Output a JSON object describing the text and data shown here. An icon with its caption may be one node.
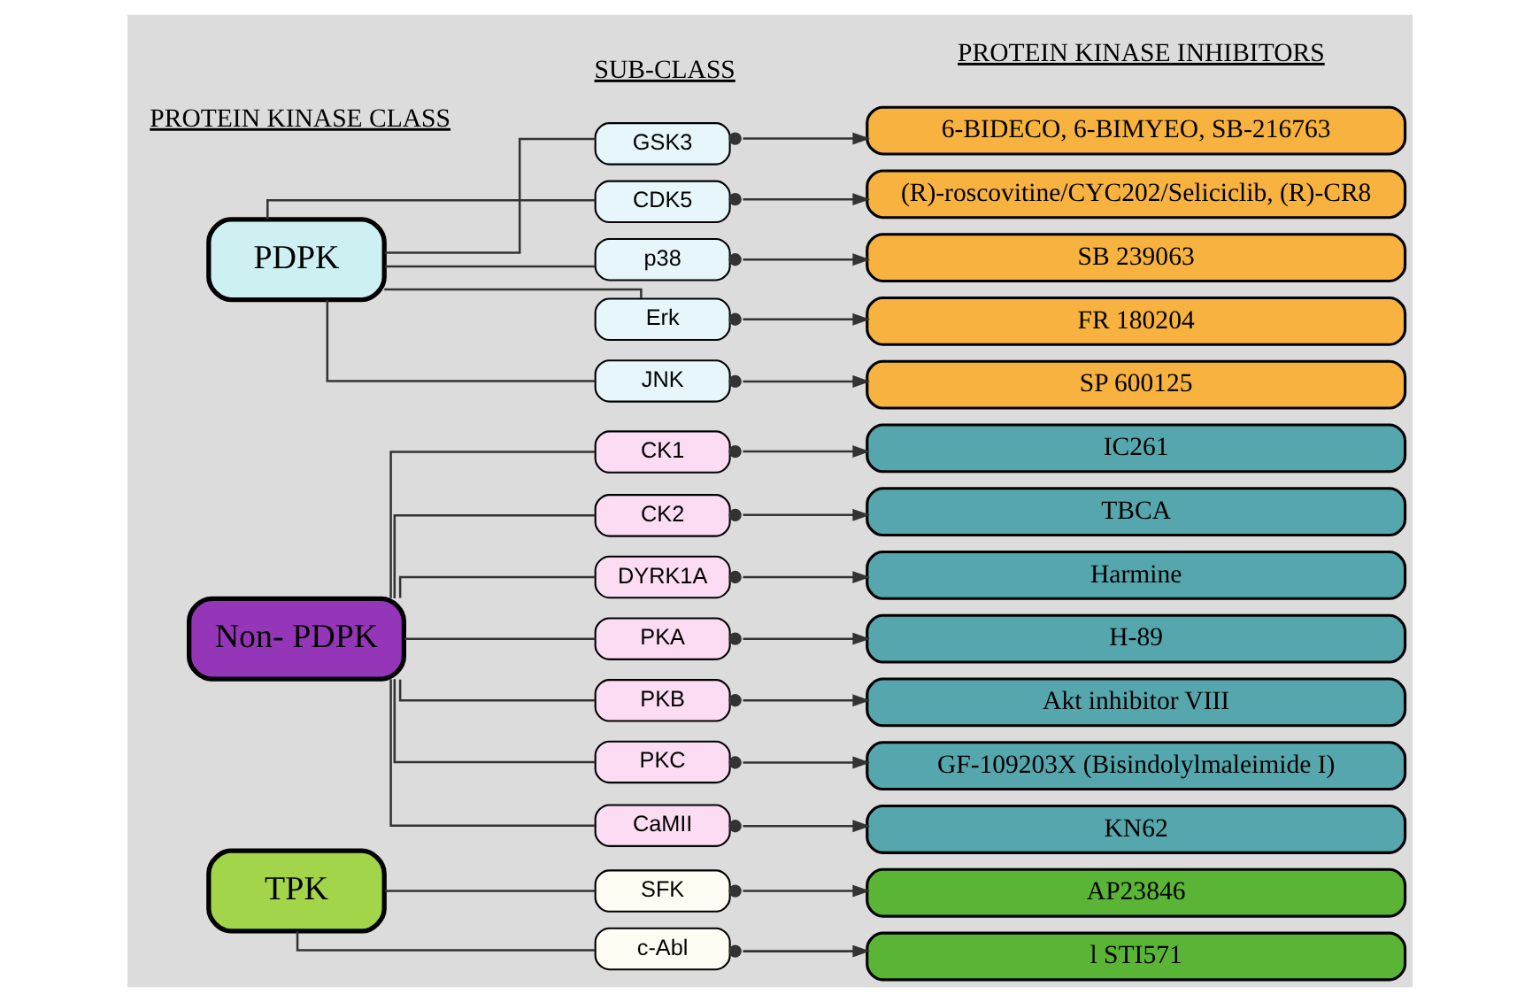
{
  "diagram": {
    "nodes": [
      {
        "text": [
          "PDPK"
        ]
      },
      {
        "text": [
          "GSK3"
        ]
      },
      {
        "text": [
          "6-BIDECO, 6-BIMYEO, SB-216763"
        ]
      },
      {
        "text": [
          "CDK5"
        ]
      },
      {
        "text": [
          "(R)-roscovitine/CYC202/Seliciclib, (R)-CR8"
        ]
      },
      {
        "text": [
          "p38"
        ]
      },
      {
        "text": [
          "SB 239063"
        ]
      },
      {
        "text": [
          "Erk"
        ]
      },
      {
        "text": [
          "FR 180204"
        ]
      },
      {
        "text": [
          "JNK"
        ]
      },
      {
        "text": [
          "SP 600125"
        ]
      },
      {
        "text": [
          "Non- PDPK"
        ]
      },
      {
        "text": [
          "CK1"
        ]
      },
      {
        "text": [
          "IC261"
        ]
      },
      {
        "text": [
          "CK2"
        ]
      },
      {
        "text": [
          "TBCA"
        ]
      },
      {
        "text": [
          "DYRK1A"
        ]
      },
      {
        "text": [
          "Harmine"
        ]
      },
      {
        "text": [
          "PKA"
        ]
      },
      {
        "text": [
          "H-89"
        ]
      },
      {
        "text": [
          "PKB"
        ]
      },
      {
        "text": [
          "Akt inhibitor VIII"
        ]
      },
      {
        "text": [
          "PKC"
        ]
      },
      {
        "text": [
          "GF-109203X (Bisindolylmaleimide I)"
        ]
      },
      {
        "text": [
          "CaMII"
        ]
      },
      {
        "text": [
          "KN62"
        ]
      },
      {
        "text": [
          "TPK"
        ]
      },
      {
        "text": [
          "SFK"
        ]
      },
      {
        "text": [
          "AP23846"
        ]
      },
      {
        "text": [
          "c-Abl"
        ]
      },
      {
        "text": [
          "l STI571"
        ]
      }
    ],
    "edges": [
      {
        "from": 0,
        "to": 1,
        "arrow": "none"
      },
      {
        "from": 0,
        "to": 3,
        "arrow": "none"
      },
      {
        "from": 0,
        "to": 5,
        "arrow": "none"
      },
      {
        "from": 0,
        "to": 7,
        "arrow": "none"
      },
      {
        "from": 0,
        "to": 9,
        "arrow": "none"
      },
      {
        "from": 11,
        "to": 12,
        "arrow": "none"
      },
      {
        "from": 11,
        "to": 14,
        "arrow": "none"
      },
      {
        "from": 11,
        "to": 16,
        "arrow": "none"
      },
      {
        "from": 11,
        "to": 18,
        "arrow": "none"
      },
      {
        "from": 11,
        "to": 20,
        "arrow": "none"
      },
      {
        "from": 11,
        "to": 22,
        "arrow": "none"
      },
      {
        "from": 11,
        "to": 24,
        "arrow": "none"
      },
      {
        "from": 26,
        "to": 27,
        "arrow": "none"
      },
      {
        "from": 26,
        "to": 29,
        "arrow": "none"
      },
      {
        "from": 1,
        "to": 2,
        "arrow": "to"
      },
      {
        "from": 3,
        "to": 4,
        "arrow": "to"
      },
      {
        "from": 5,
        "to": 6,
        "arrow": "to"
      },
      {
        "from": 7,
        "to": 8,
        "arrow": "to"
      },
      {
        "from": 9,
        "to": 10,
        "arrow": "to"
      },
      {
        "from": 12,
        "to": 13,
        "arrow": "to"
      },
      {
        "from": 14,
        "to": 15,
        "arrow": "to"
      },
      {
        "from": 16,
        "to": 17,
        "arrow": "to"
      },
      {
        "from": 18,
        "to": 19,
        "arrow": "to"
      },
      {
        "from": 20,
        "to": 21,
        "arrow": "to"
      },
      {
        "from": 22,
        "to": 23,
        "arrow": "to"
      },
      {
        "from": 24,
        "to": 25,
        "arrow": "to"
      },
      {
        "from": 27,
        "to": 28,
        "arrow": "to"
      },
      {
        "from": 29,
        "to": 30,
        "arrow": "to"
      }
    ],
    "labels": [
      "PROTEIN KINASE CLASS",
      "SUB-CLASS",
      "PROTEIN KINASE INHIBITORS"
    ]
  }
}
